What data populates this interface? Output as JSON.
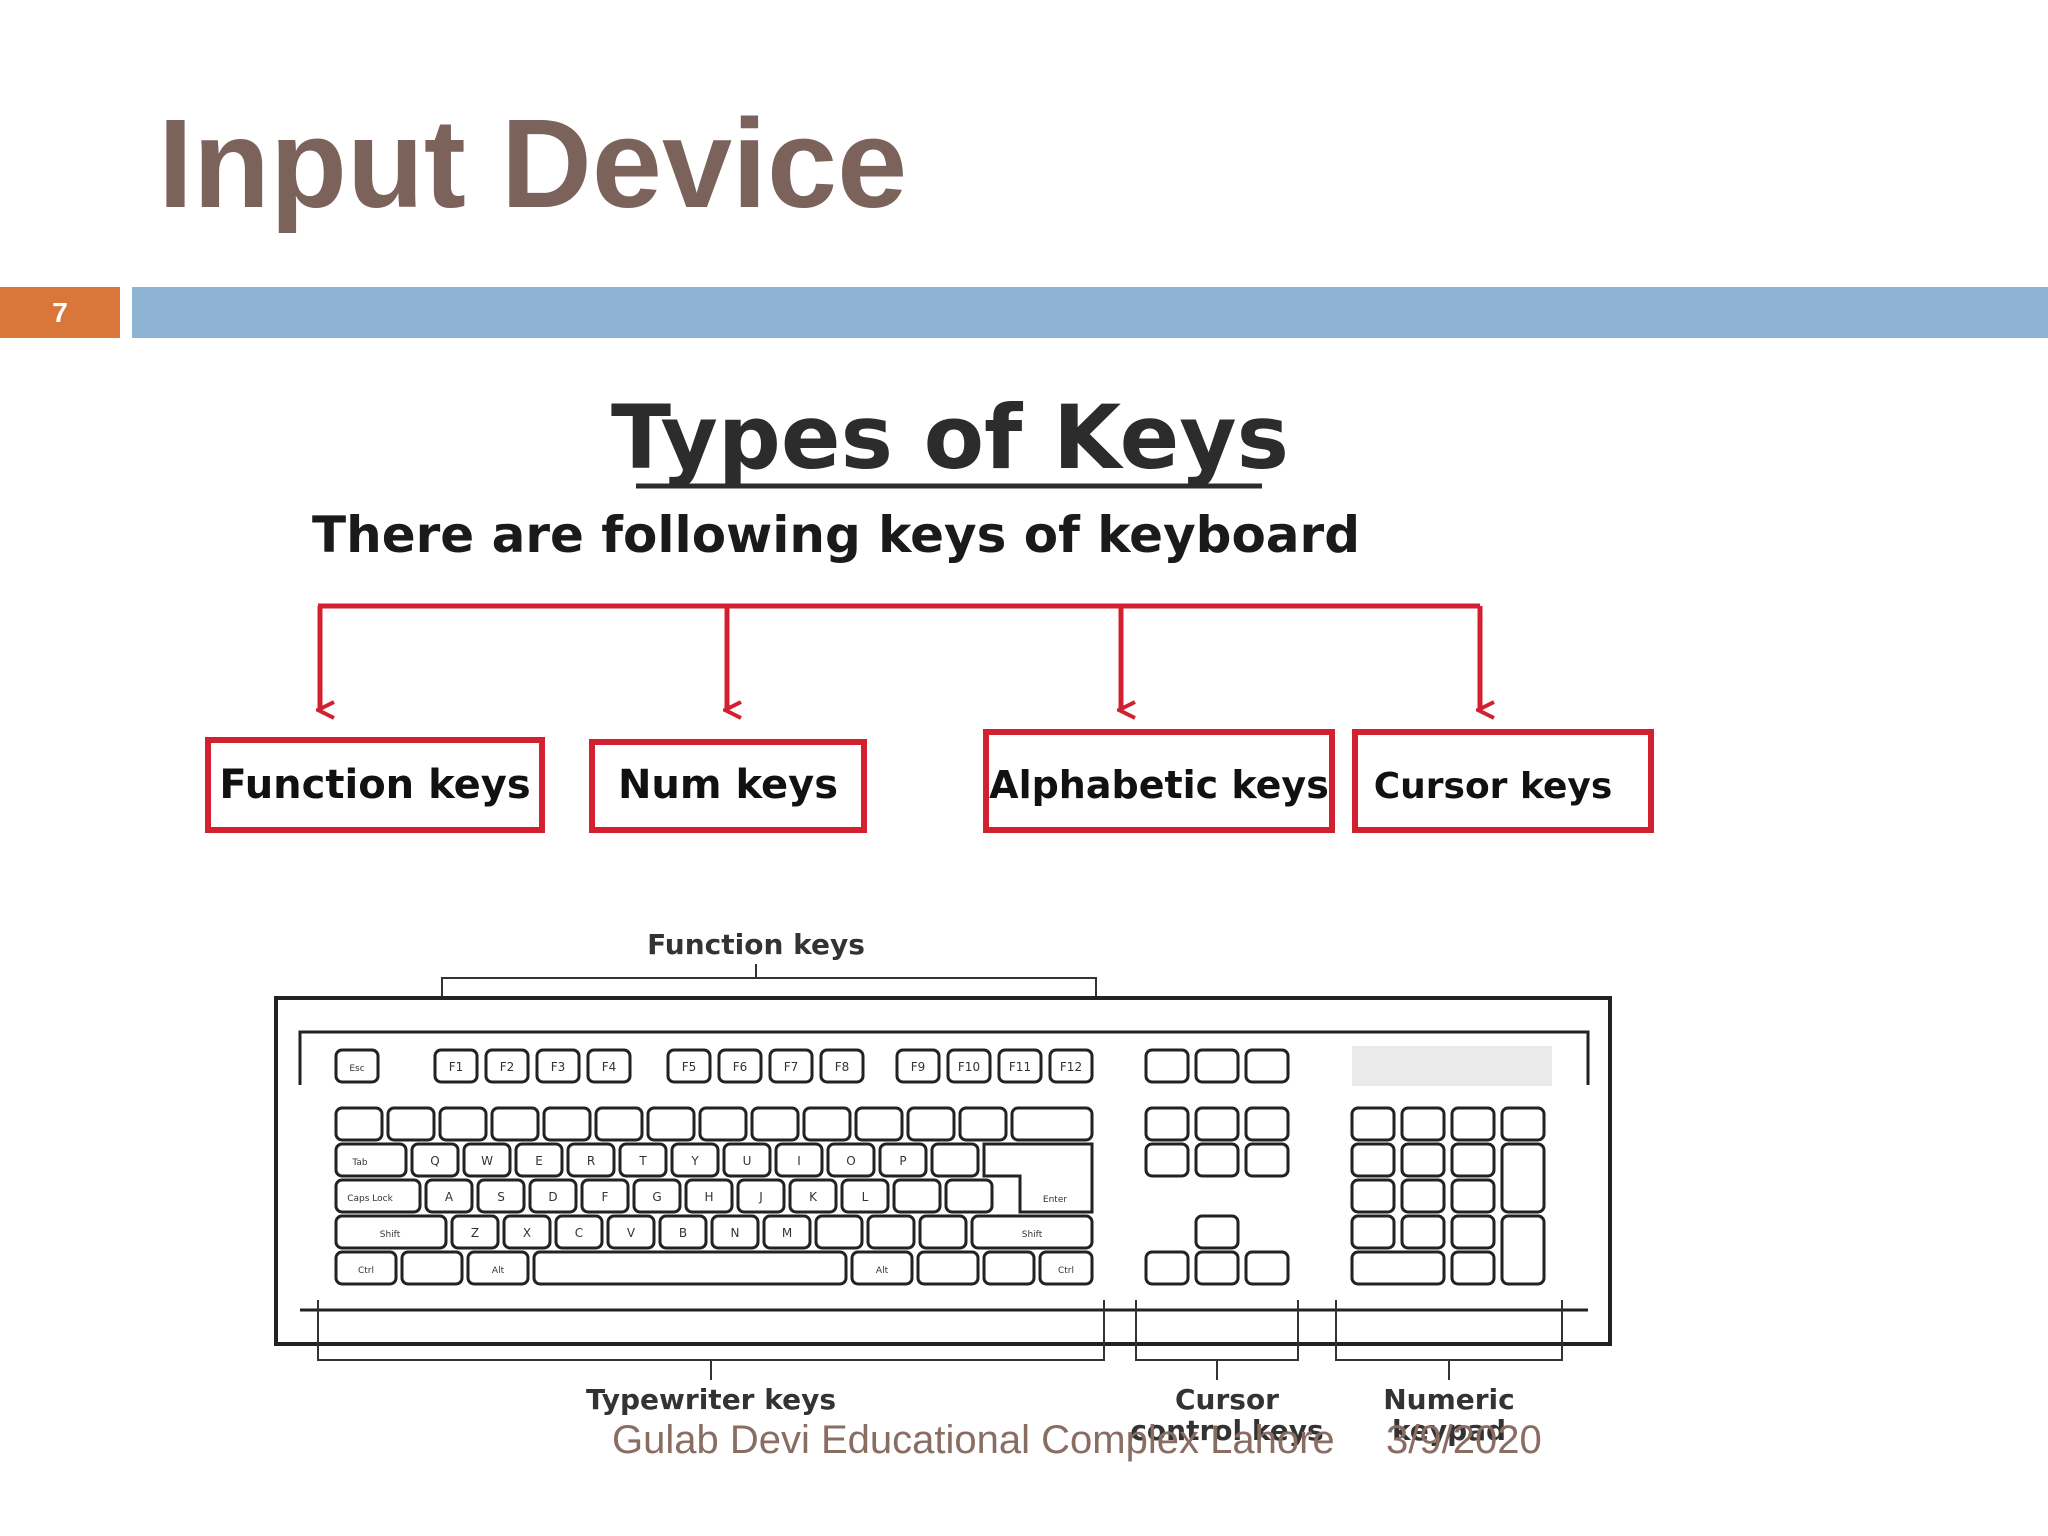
{
  "slide": {
    "title": "Input Device",
    "number": "7"
  },
  "figure": {
    "heading": "Types of Keys",
    "subheading": "There are following keys of keyboard",
    "categories": [
      "Function keys",
      "Num keys",
      "Alphabetic keys",
      "Cursor keys"
    ],
    "keyboard_labels": {
      "top": "Function keys",
      "typewriter": "Typewriter keys",
      "cursor_line1": "Cursor",
      "cursor_line2": "control keys",
      "numeric_line1": "Numeric",
      "numeric_line2": "keypad"
    },
    "keys": {
      "esc": "Esc",
      "f": [
        "F1",
        "F2",
        "F3",
        "F4",
        "F5",
        "F6",
        "F7",
        "F8",
        "F9",
        "F10",
        "F11",
        "F12"
      ],
      "row_q": [
        "Q",
        "W",
        "E",
        "R",
        "T",
        "Y",
        "U",
        "I",
        "O",
        "P"
      ],
      "row_a": [
        "A",
        "S",
        "D",
        "F",
        "G",
        "H",
        "J",
        "K",
        "L"
      ],
      "row_z": [
        "Z",
        "X",
        "C",
        "V",
        "B",
        "N",
        "M"
      ],
      "tab": "Tab",
      "caps": "Caps Lock",
      "shift": "Shift",
      "enter": "Enter",
      "ctrl": "Ctrl",
      "alt": "Alt"
    }
  },
  "footer": {
    "source": "Gulab Devi Educational Complex Lahore",
    "date": "3/9/2020"
  },
  "colors": {
    "title": "#7b625a",
    "accent_orange": "#d9773a",
    "rule_blue": "#8fb3d3",
    "category_red": "#d32030",
    "footer_text": "#8a6d62"
  }
}
